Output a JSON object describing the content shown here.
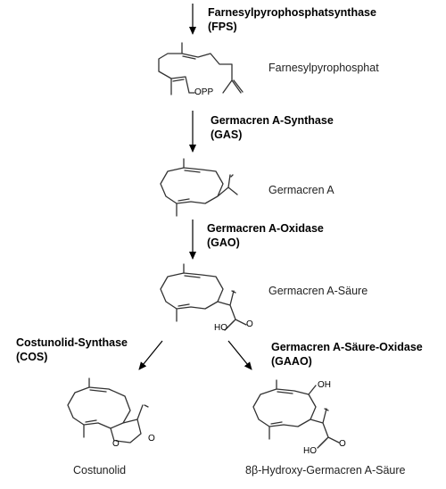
{
  "enzymes": [
    {
      "name": "Farnesylpyrophosphatsynthase",
      "abbr": "(FPS)"
    },
    {
      "name": "Germacren A-Synthase",
      "abbr": "(GAS)"
    },
    {
      "name": "Germacren A-Oxidase",
      "abbr": "(GAO)"
    },
    {
      "name": "Costunolid-Synthase",
      "abbr": "(COS)"
    },
    {
      "name": "Germacren A-Säure-Oxidase",
      "abbr": "(GAAO)"
    }
  ],
  "compounds": [
    {
      "name": "Farnesylpyrophosphat"
    },
    {
      "name": "Germacren A"
    },
    {
      "name": "Germacren A-Säure"
    },
    {
      "name": "Costunolid"
    },
    {
      "name": "8β-Hydroxy-Germacren A-Säure"
    }
  ],
  "atom_labels": {
    "opp": "OPP",
    "ho_acid": "HO",
    "o_acid": "O",
    "lactone_o1": "O",
    "lactone_o2": "O",
    "oh": "OH",
    "ho_acid2": "HO",
    "o_acid2": "O"
  }
}
